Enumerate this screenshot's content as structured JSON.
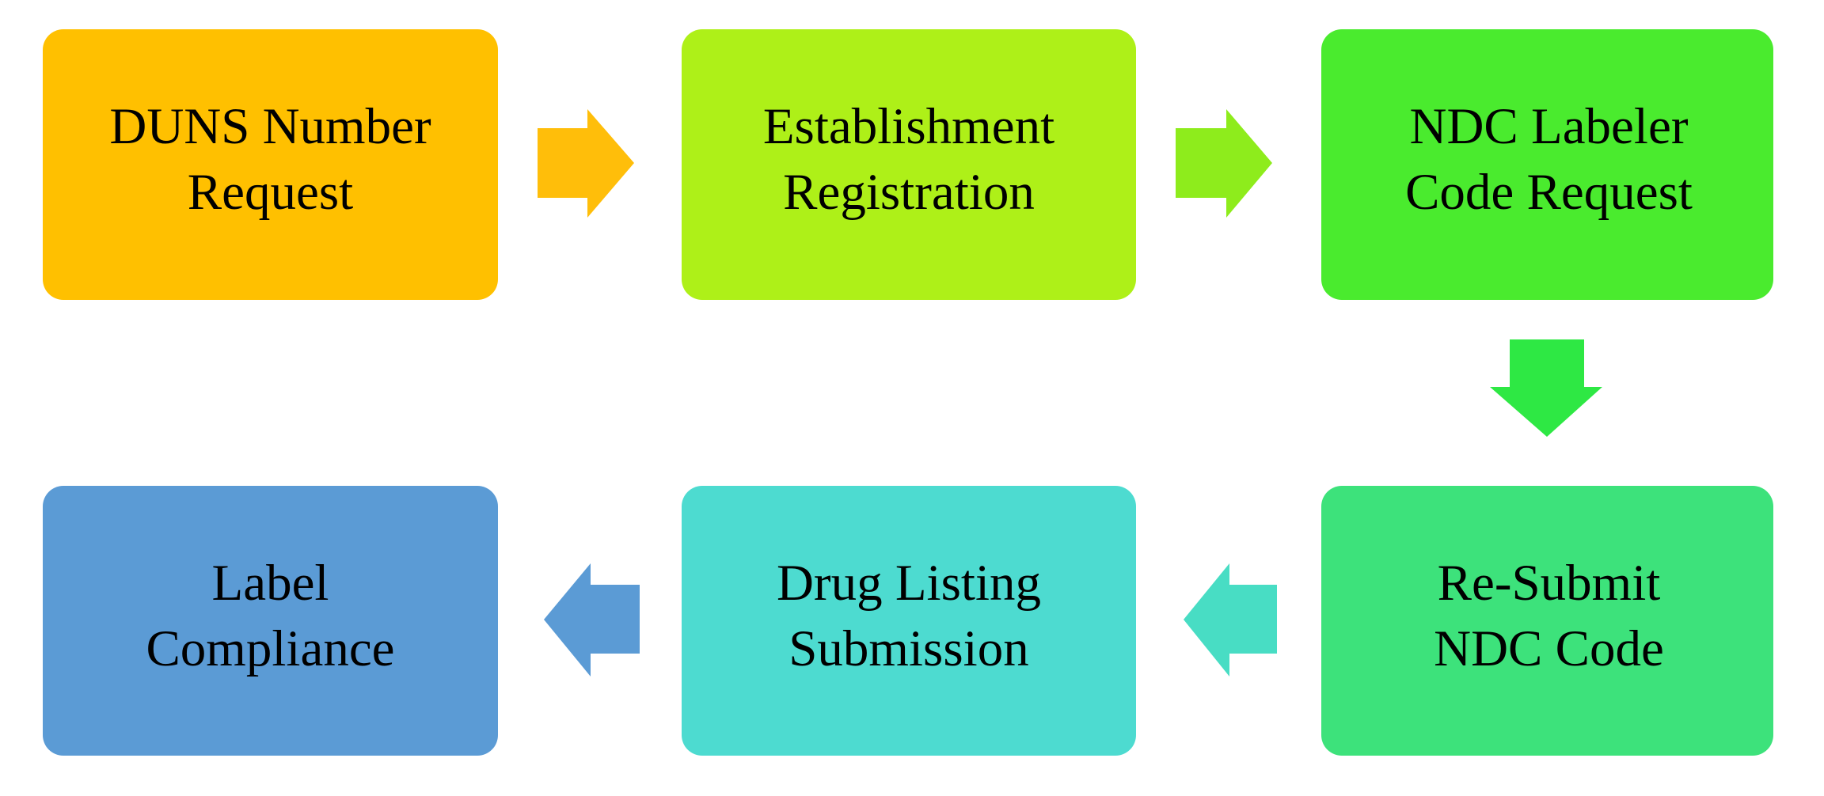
{
  "diagram": {
    "type": "process-flow",
    "steps": [
      {
        "id": "duns",
        "lines": [
          "DUNS Number",
          "Request"
        ],
        "color": "#FFC000"
      },
      {
        "id": "establishment",
        "lines": [
          "Establishment",
          "Registration"
        ],
        "color": "#AEF018"
      },
      {
        "id": "ndc-labeler",
        "lines": [
          "NDC Labeler",
          "Code Request"
        ],
        "color": "#4AEB2E"
      },
      {
        "id": "resubmit",
        "lines": [
          "Re-Submit",
          "NDC Code"
        ],
        "color": "#3DE27B"
      },
      {
        "id": "drug-listing",
        "lines": [
          "Drug Listing",
          "Submission"
        ],
        "color": "#4DDBD0"
      },
      {
        "id": "label-compliance",
        "lines": [
          "Label",
          "Compliance"
        ],
        "color": "#5B9BD5"
      }
    ],
    "arrows": [
      {
        "from": "duns",
        "to": "establishment",
        "direction": "right",
        "color": "#FFBE0A"
      },
      {
        "from": "establishment",
        "to": "ndc-labeler",
        "direction": "right",
        "color": "#8EEC1C"
      },
      {
        "from": "ndc-labeler",
        "to": "resubmit",
        "direction": "down",
        "color": "#2EE844"
      },
      {
        "from": "resubmit",
        "to": "drug-listing",
        "direction": "left",
        "color": "#48DDC4"
      },
      {
        "from": "drug-listing",
        "to": "label-compliance",
        "direction": "left",
        "color": "#5B9BD5"
      }
    ]
  }
}
